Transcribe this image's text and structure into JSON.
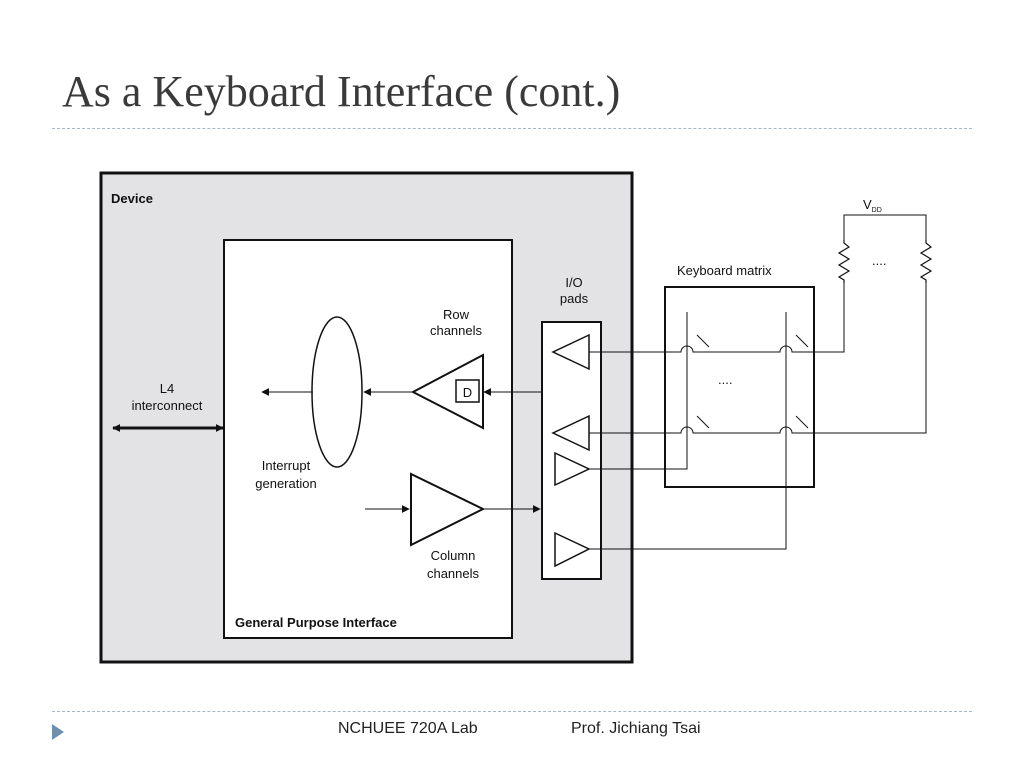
{
  "slide": {
    "title": "As a Keyboard Interface (cont.)"
  },
  "footer": {
    "left": "NCHUEE 720A Lab",
    "right": "Prof. Jichiang Tsai"
  },
  "colors": {
    "device_fill": "#e3e3e6",
    "accent": "#6f8fae",
    "rule": "#aab6c0"
  },
  "diagram": {
    "device_label": "Device",
    "gpi_label": "General Purpose Interface",
    "l4_line1": "L4",
    "l4_line2": "interconnect",
    "interrupt_line1": "Interrupt",
    "interrupt_line2": "generation",
    "row_line1": "Row",
    "row_line2": "channels",
    "d_label": "D",
    "column_line1": "Column",
    "column_line2": "channels",
    "io_line1": "I/O",
    "io_line2": "pads",
    "keyboard_label": "Keyboard matrix",
    "vdd_main": "V",
    "vdd_sub": "DD",
    "matrix_dots": "....",
    "resistor_dots": "...."
  }
}
